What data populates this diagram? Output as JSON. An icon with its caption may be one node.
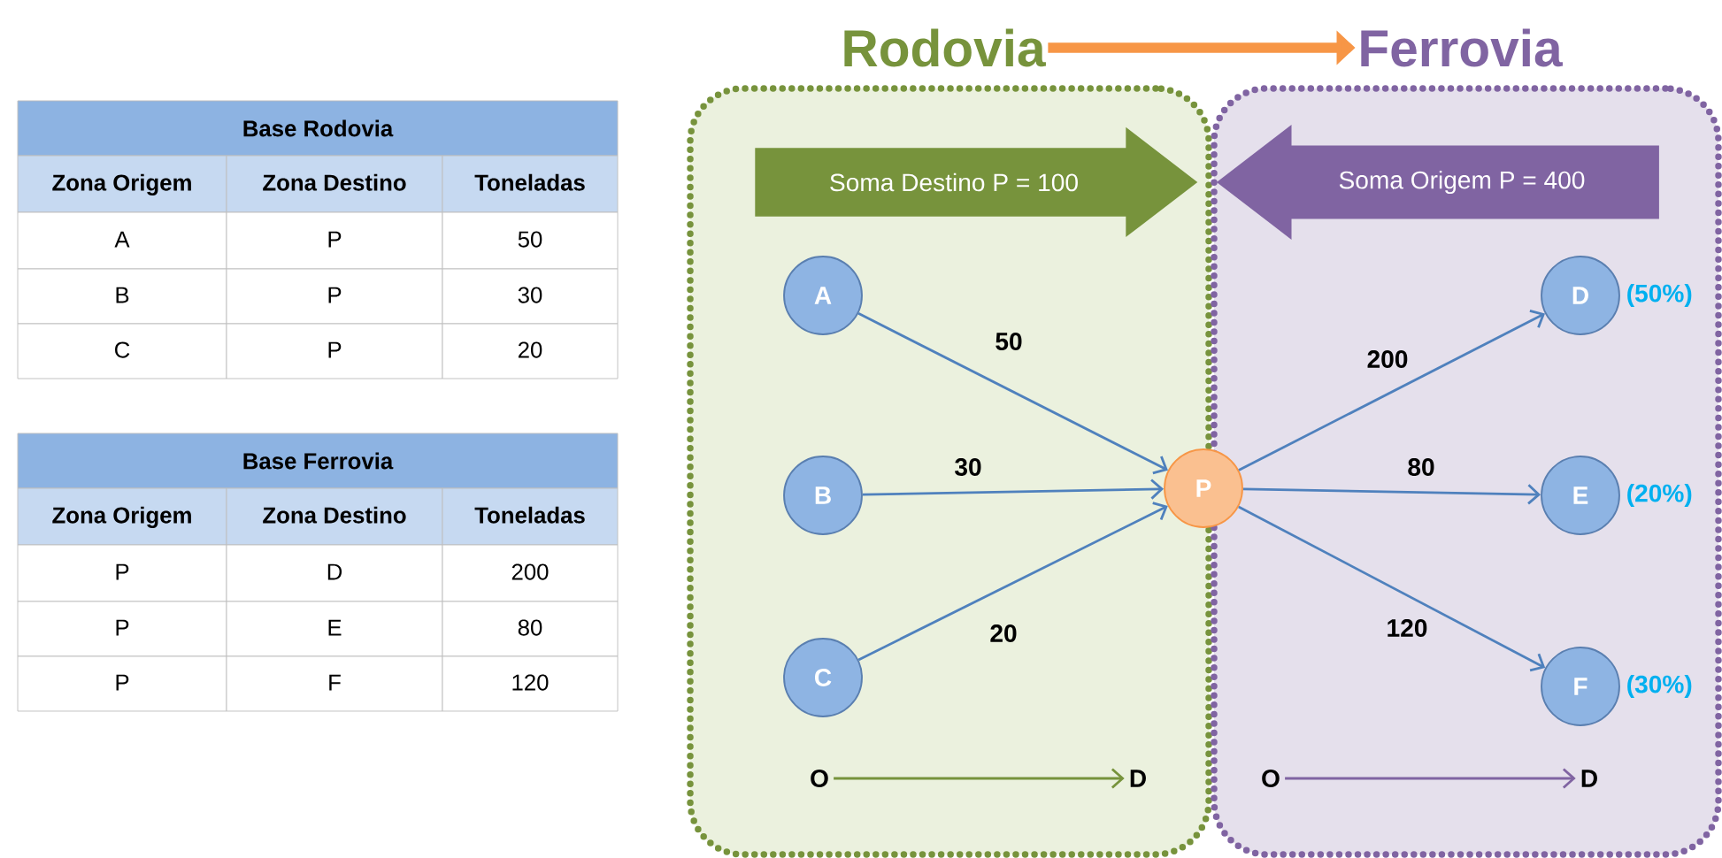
{
  "diagram": {
    "nodes": [
      {
        "text": [
          "Rodovia"
        ]
      },
      {
        "text": [
          "Ferrovia"
        ]
      },
      {
        "text": [],
        "shape": "box"
      },
      {
        "text": [],
        "shape": "box"
      },
      {
        "text": [
          "Soma Destino P = 100"
        ],
        "in": 2
      },
      {
        "text": [
          "Soma Origem P = 400"
        ],
        "in": 3
      },
      {
        "text": [
          "A"
        ],
        "in": 2
      },
      {
        "text": [
          "B"
        ],
        "in": 2
      },
      {
        "text": [
          "C"
        ],
        "in": 2
      },
      {
        "text": [
          "P"
        ]
      },
      {
        "text": [
          "D"
        ],
        "in": 3,
        "beside": [
          "(50%)"
        ]
      },
      {
        "text": [
          "E"
        ],
        "in": 3,
        "beside": [
          "(20%)"
        ]
      },
      {
        "text": [
          "F"
        ],
        "in": 3,
        "beside": [
          "(30%)"
        ]
      },
      {
        "text": [
          "O"
        ],
        "in": 2
      },
      {
        "text": [
          "D"
        ],
        "in": 2
      },
      {
        "text": [
          "O"
        ],
        "in": 3
      },
      {
        "text": [
          "D"
        ],
        "in": 3
      }
    ],
    "edges": [
      {
        "from": 0,
        "to": 1,
        "arrow": "to",
        "style": "thick",
        "color": "#f79646"
      },
      {
        "from": 6,
        "to": 9,
        "arrow": "to",
        "label": "50"
      },
      {
        "from": 7,
        "to": 9,
        "arrow": "to",
        "label": "30"
      },
      {
        "from": 8,
        "to": 9,
        "arrow": "to",
        "label": "20"
      },
      {
        "from": 9,
        "to": 10,
        "arrow": "to",
        "label": "200"
      },
      {
        "from": 9,
        "to": 11,
        "arrow": "to",
        "label": "80"
      },
      {
        "from": 9,
        "to": 12,
        "arrow": "to",
        "label": "120"
      },
      {
        "from": 13,
        "to": 14,
        "arrow": "to",
        "color": "#77933c"
      },
      {
        "from": 15,
        "to": 16,
        "arrow": "to",
        "color": "#8064a2"
      }
    ],
    "labels": [
      "Base Rodovia",
      "Zona Origem",
      "Zona Destino",
      "Toneladas",
      "A",
      "P",
      "50",
      "B",
      "P",
      "30",
      "C",
      "P",
      "20",
      "Base Ferrovia",
      "Zona Origem",
      "Zona Destino",
      "Toneladas",
      "P",
      "D",
      "200",
      "P",
      "E",
      "80",
      "P",
      "F",
      "120"
    ]
  }
}
